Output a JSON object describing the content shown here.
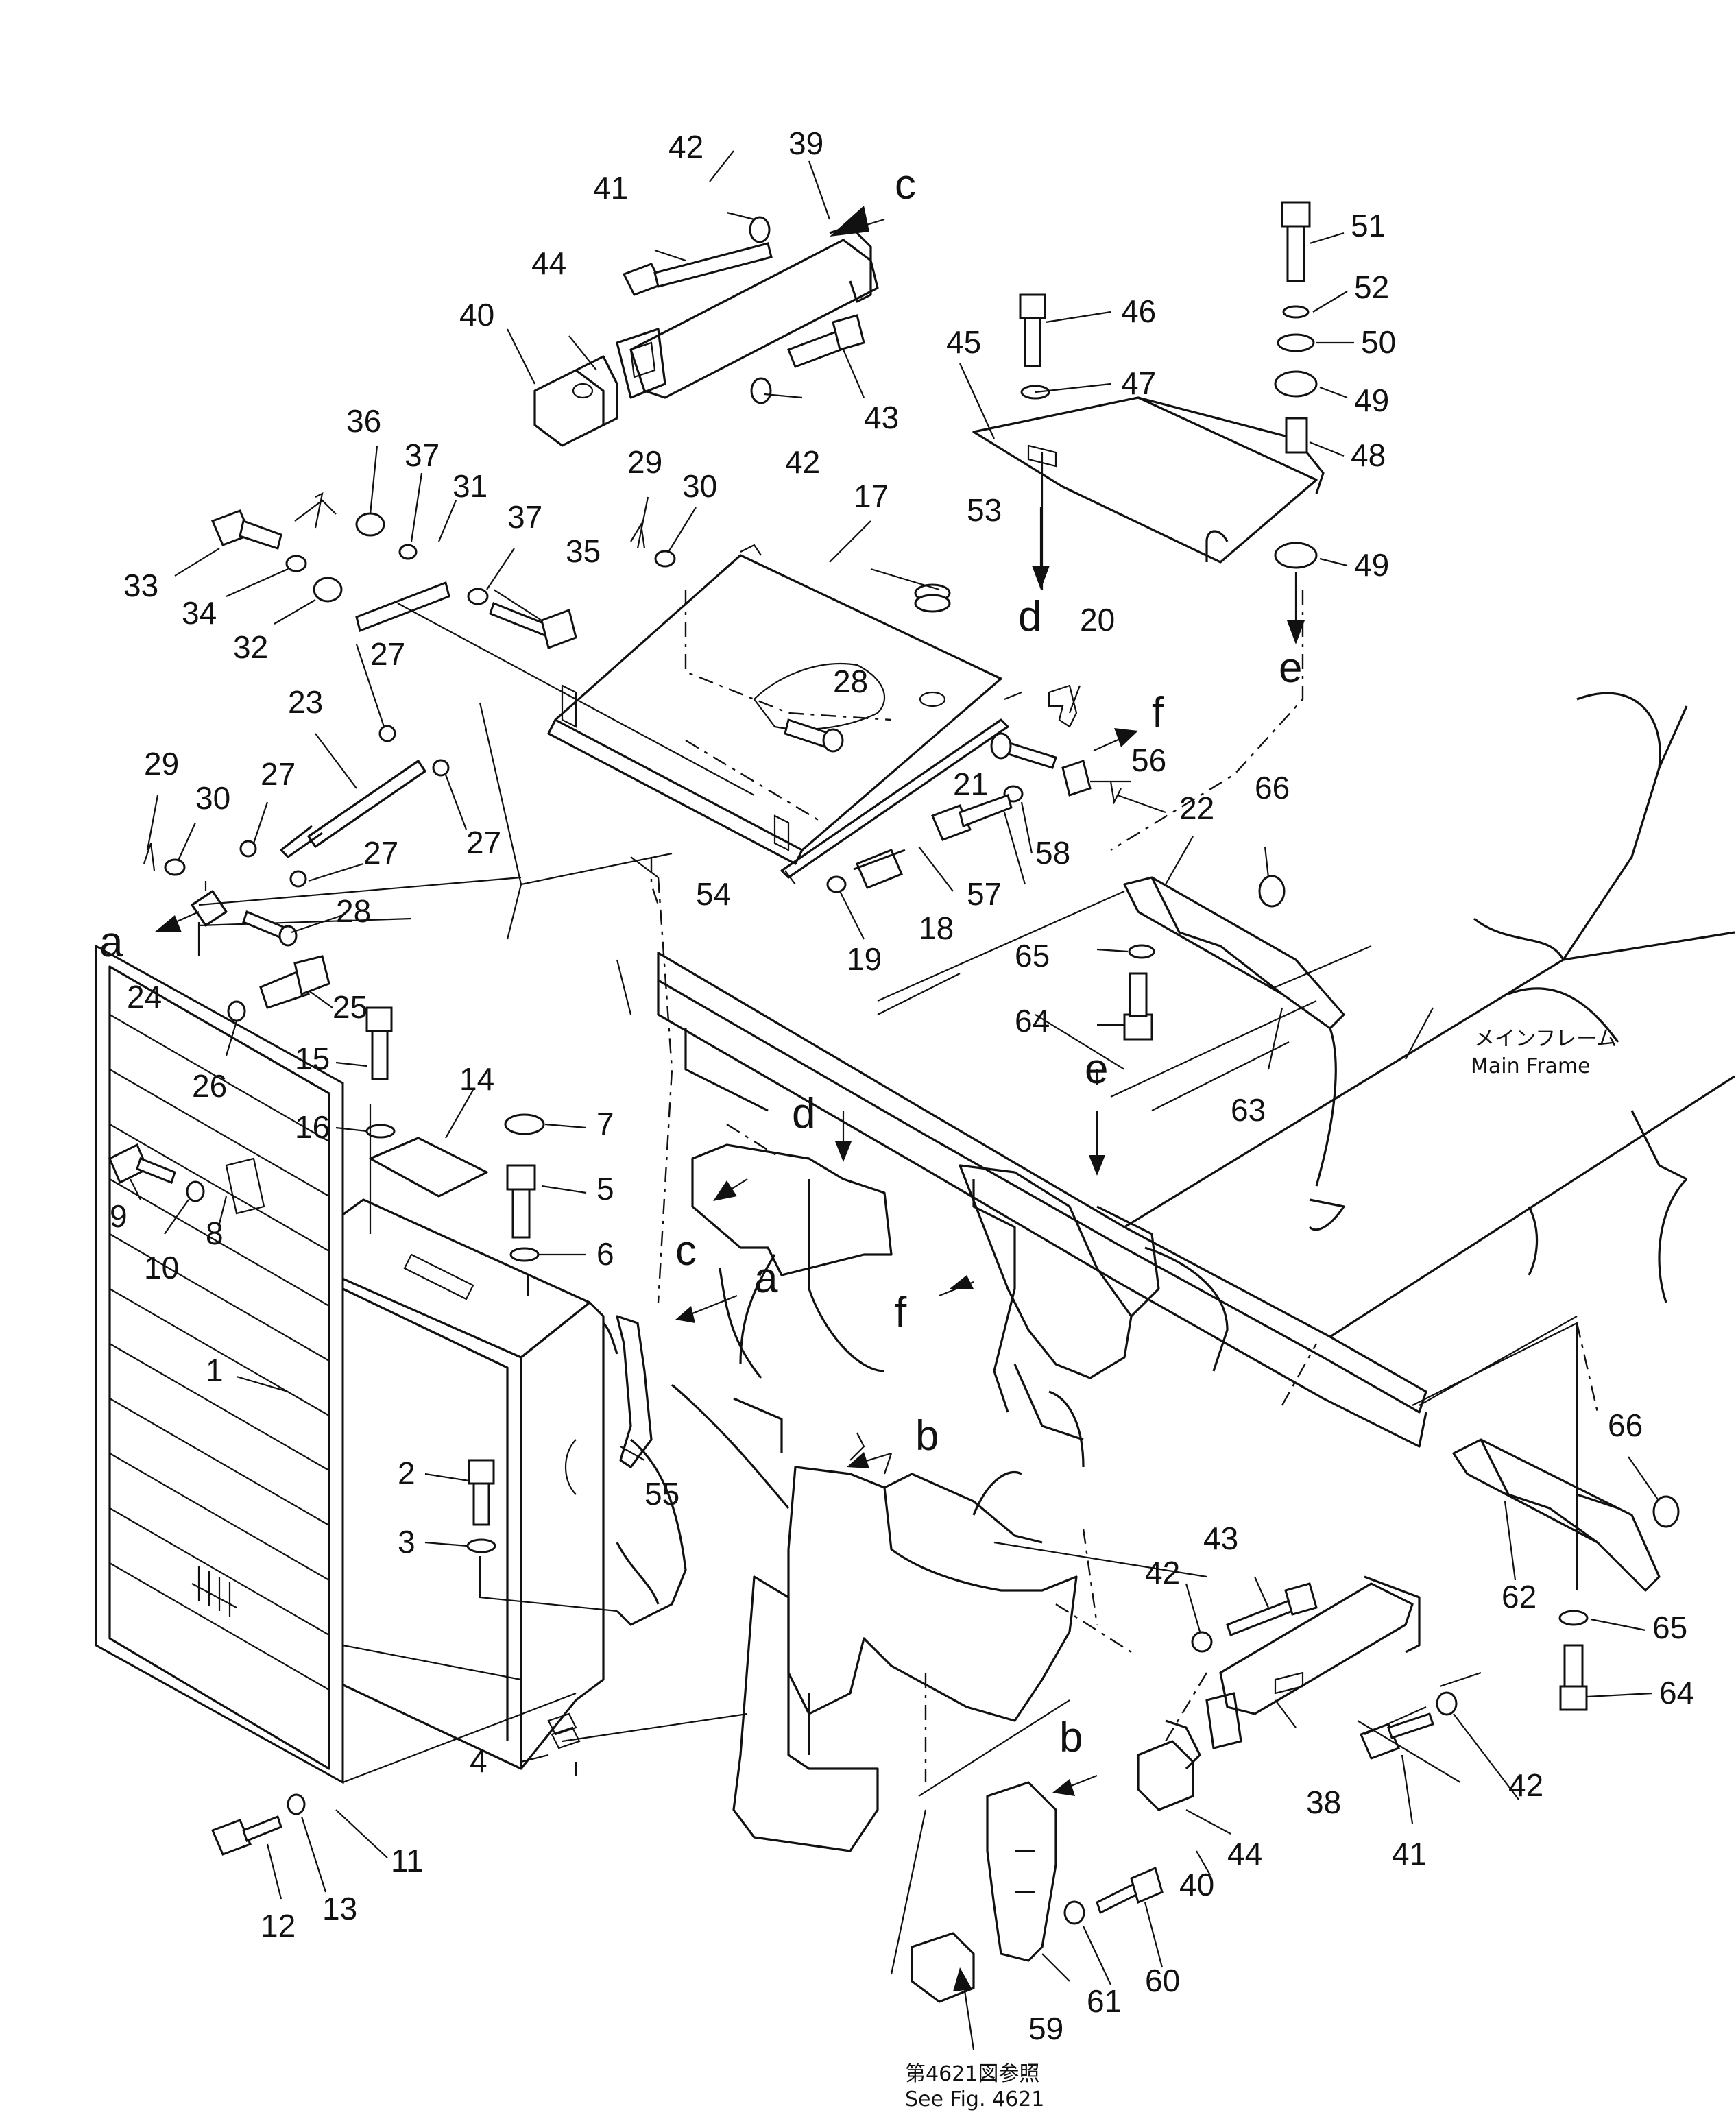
{
  "diagram": {
    "part_numbers": [
      {
        "id": "1",
        "text": "1"
      },
      {
        "id": "2",
        "text": "2"
      },
      {
        "id": "3",
        "text": "3"
      },
      {
        "id": "4",
        "text": "4"
      },
      {
        "id": "5",
        "text": "5"
      },
      {
        "id": "6",
        "text": "6"
      },
      {
        "id": "7",
        "text": "7"
      },
      {
        "id": "8",
        "text": "8"
      },
      {
        "id": "9",
        "text": "9"
      },
      {
        "id": "10",
        "text": "10"
      },
      {
        "id": "11",
        "text": "11"
      },
      {
        "id": "12",
        "text": "12"
      },
      {
        "id": "13",
        "text": "13"
      },
      {
        "id": "14",
        "text": "14"
      },
      {
        "id": "15",
        "text": "15"
      },
      {
        "id": "16",
        "text": "16"
      },
      {
        "id": "17",
        "text": "17"
      },
      {
        "id": "18",
        "text": "18"
      },
      {
        "id": "19",
        "text": "19"
      },
      {
        "id": "20",
        "text": "20"
      },
      {
        "id": "21",
        "text": "21"
      },
      {
        "id": "22",
        "text": "22"
      },
      {
        "id": "23",
        "text": "23"
      },
      {
        "id": "24",
        "text": "24"
      },
      {
        "id": "25",
        "text": "25"
      },
      {
        "id": "26",
        "text": "26"
      },
      {
        "id": "27a",
        "text": "27"
      },
      {
        "id": "27b",
        "text": "27"
      },
      {
        "id": "27c",
        "text": "27"
      },
      {
        "id": "27d",
        "text": "27"
      },
      {
        "id": "28a",
        "text": "28"
      },
      {
        "id": "28b",
        "text": "28"
      },
      {
        "id": "29a",
        "text": "29"
      },
      {
        "id": "29b",
        "text": "29"
      },
      {
        "id": "30a",
        "text": "30"
      },
      {
        "id": "30b",
        "text": "30"
      },
      {
        "id": "31",
        "text": "31"
      },
      {
        "id": "32",
        "text": "32"
      },
      {
        "id": "33",
        "text": "33"
      },
      {
        "id": "34",
        "text": "34"
      },
      {
        "id": "35",
        "text": "35"
      },
      {
        "id": "36",
        "text": "36"
      },
      {
        "id": "37a",
        "text": "37"
      },
      {
        "id": "37b",
        "text": "37"
      },
      {
        "id": "38",
        "text": "38"
      },
      {
        "id": "39",
        "text": "39"
      },
      {
        "id": "40a",
        "text": "40"
      },
      {
        "id": "40b",
        "text": "40"
      },
      {
        "id": "41a",
        "text": "41"
      },
      {
        "id": "41b",
        "text": "41"
      },
      {
        "id": "42a",
        "text": "42"
      },
      {
        "id": "42b",
        "text": "42"
      },
      {
        "id": "42c",
        "text": "42"
      },
      {
        "id": "42d",
        "text": "42"
      },
      {
        "id": "43a",
        "text": "43"
      },
      {
        "id": "43b",
        "text": "43"
      },
      {
        "id": "44a",
        "text": "44"
      },
      {
        "id": "44b",
        "text": "44"
      },
      {
        "id": "45",
        "text": "45"
      },
      {
        "id": "46",
        "text": "46"
      },
      {
        "id": "47",
        "text": "47"
      },
      {
        "id": "48",
        "text": "48"
      },
      {
        "id": "49a",
        "text": "49"
      },
      {
        "id": "49b",
        "text": "49"
      },
      {
        "id": "50",
        "text": "50"
      },
      {
        "id": "51",
        "text": "51"
      },
      {
        "id": "52",
        "text": "52"
      },
      {
        "id": "53",
        "text": "53"
      },
      {
        "id": "54",
        "text": "54"
      },
      {
        "id": "55",
        "text": "55"
      },
      {
        "id": "56",
        "text": "56"
      },
      {
        "id": "57",
        "text": "57"
      },
      {
        "id": "58",
        "text": "58"
      },
      {
        "id": "59",
        "text": "59"
      },
      {
        "id": "60",
        "text": "60"
      },
      {
        "id": "61",
        "text": "61"
      },
      {
        "id": "62",
        "text": "62"
      },
      {
        "id": "63",
        "text": "63"
      },
      {
        "id": "64a",
        "text": "64"
      },
      {
        "id": "64b",
        "text": "64"
      },
      {
        "id": "65a",
        "text": "65"
      },
      {
        "id": "65b",
        "text": "65"
      },
      {
        "id": "66a",
        "text": "66"
      },
      {
        "id": "66b",
        "text": "66"
      }
    ],
    "reference_letters": [
      {
        "id": "a1",
        "text": "a"
      },
      {
        "id": "a2",
        "text": "a"
      },
      {
        "id": "b1",
        "text": "b"
      },
      {
        "id": "b2",
        "text": "b"
      },
      {
        "id": "c1",
        "text": "c"
      },
      {
        "id": "c2",
        "text": "c"
      },
      {
        "id": "d1",
        "text": "d"
      },
      {
        "id": "d2",
        "text": "d"
      },
      {
        "id": "e1",
        "text": "e"
      },
      {
        "id": "e2",
        "text": "e"
      },
      {
        "id": "f1",
        "text": "f"
      },
      {
        "id": "f2",
        "text": "f"
      }
    ],
    "main_frame_label_jp": "メインフレーム",
    "main_frame_label_en": "Main  Frame",
    "see_fig_label_jp": "第4621図参照",
    "see_fig_label_en": "See  Fig.  4621",
    "line_color": "#111111",
    "background_color": "#ffffff"
  }
}
